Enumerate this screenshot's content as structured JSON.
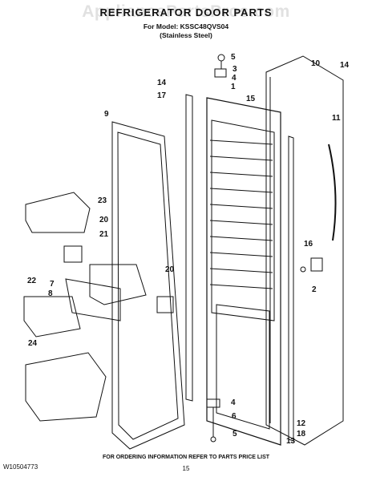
{
  "header": {
    "title": "REFRIGERATOR DOOR PARTS",
    "model_line": "For Model: KSSC48QVS04",
    "variant": "(Stainless Steel)",
    "watermark": "AppliancePartsPros.com"
  },
  "callouts": [
    "5",
    "3",
    "4",
    "1",
    "10",
    "14",
    "14",
    "17",
    "15",
    "9",
    "11",
    "23",
    "20",
    "21",
    "16",
    "2",
    "22",
    "7",
    "8",
    "20",
    "24",
    "4",
    "6",
    "5",
    "12",
    "18",
    "13"
  ],
  "footer": {
    "doc_number": "W10504773",
    "note": "FOR ORDERING INFORMATION REFER TO PARTS PRICE LIST",
    "page": "15"
  }
}
